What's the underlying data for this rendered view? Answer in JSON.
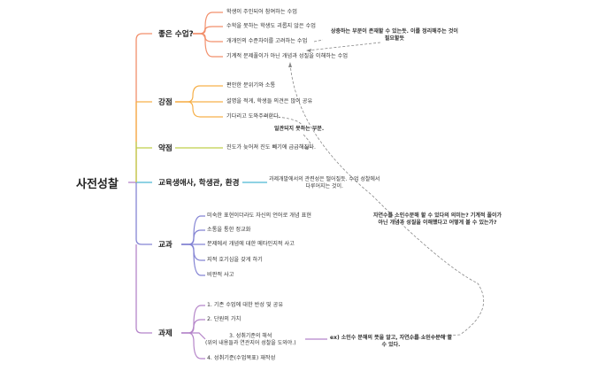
{
  "root": {
    "label": "사전성찰"
  },
  "colors": {
    "good_class": "#f28f6b",
    "strength": "#f6b04a",
    "weakness": "#bfcf4a",
    "education": "#4cb8d2",
    "subject": "#8484d4",
    "assignment": "#b585c9",
    "dashed": "#888888"
  },
  "branches": [
    {
      "label": "좋은 수업?",
      "children": [
        "학생이 주인되어 참여하는 수업",
        "수학을 못하는 학생도 괴롭지 않은 수업",
        "개개인의 수준차이를 고려하는 수업",
        "기계적 문제풀이가 아닌 개념과 성질을 이해하는 수업"
      ]
    },
    {
      "label": "강점",
      "children": [
        "편안한 분위기와 소통",
        "설명을 적게, 학생들 의견은 많이 공유",
        "기다리고 도와주려한다."
      ]
    },
    {
      "label": "약점",
      "children": [
        "진도가 늦어져 진도 빼기에 급급해진다."
      ]
    },
    {
      "label": "교육생애사, 학생관, 환경",
      "children": [
        "과제개발에서의 관련성은 떨어질듯. 수업 성찰에서\n다루어지는 것이."
      ]
    },
    {
      "label": "교과",
      "children": [
        "미숙한 표현이더라도 자신의 언어로 개념 표현",
        "소통을 통한 정교화",
        "문제에서 개념에 대한 메타인지적 사고",
        "지적 호기심을 갖게 하기",
        "비판적 사고"
      ]
    },
    {
      "label": "과제",
      "children": [
        "1. 기존 수업에 대한 반성 및 공유",
        "2. 단원의 가치",
        "3. 성취기준의 해석\n(위의 내용들과 연관지어 성찰을 도와야.)",
        "4. 성취기준(수업목표) 재작성"
      ]
    }
  ],
  "notes": {
    "overlap": "상충하는 부분이 존재할 수 있는듯. 이를 정리해주는 것이\n필요할듯",
    "inconsistent": "일관되지 못하는 부분.",
    "natural_number": "자연수를 소인수분해 할 수 있다의 의미는? 기계적 풀이가\n아닌 개념과 성질을 이해했다고 어떻게 볼 수 있는가?",
    "example": "ex) 소인수 분해의 뜻을 알고, 자연수를 소인수분해 할\n수 있다."
  }
}
